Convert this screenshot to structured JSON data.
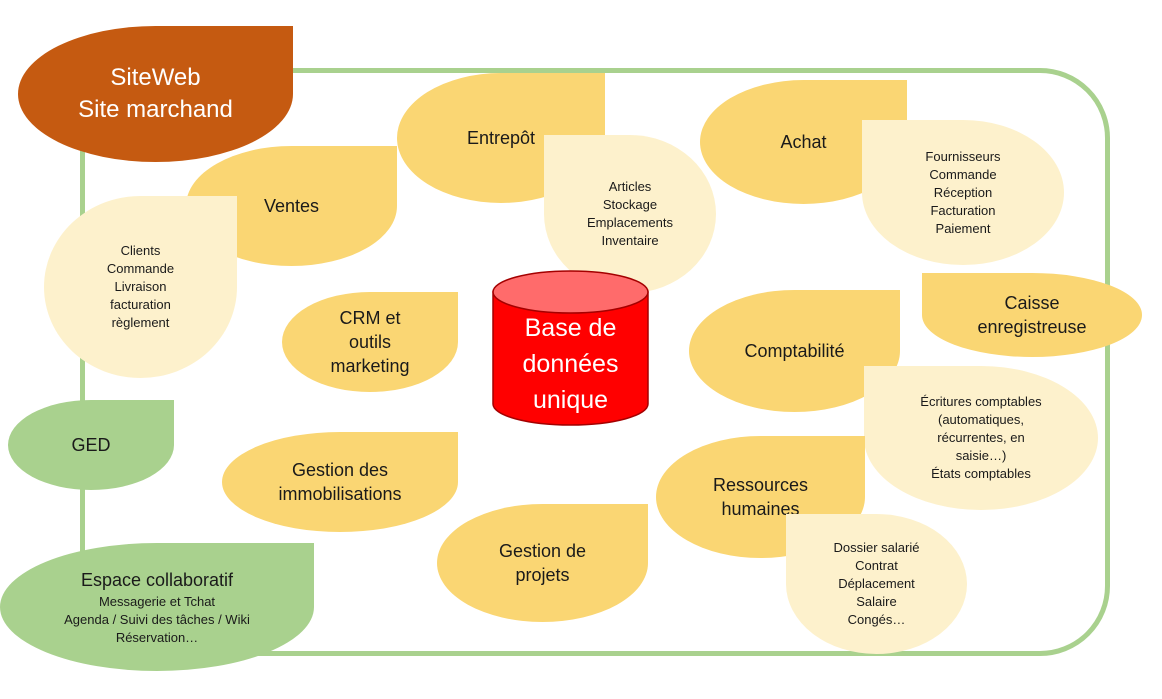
{
  "sitweb": {
    "line1": "SiteWeb",
    "line2": "Site marchand"
  },
  "entrepot": {
    "title": "Entrepôt",
    "items": [
      "Articles",
      "Stockage",
      "Emplacements",
      "Inventaire"
    ]
  },
  "achat": {
    "title": "Achat",
    "items": [
      "Fournisseurs",
      "Commande",
      "Réception",
      "Facturation",
      "Paiement"
    ]
  },
  "ventes": {
    "title": "Ventes",
    "items": [
      "Clients",
      "Commande",
      "Livraison",
      "facturation",
      "règlement"
    ]
  },
  "caisse": {
    "line1": "Caisse",
    "line2": "enregistreuse"
  },
  "crm": {
    "line1": "CRM et",
    "line2": "outils",
    "line3": "marketing"
  },
  "database": {
    "line1": "Base de",
    "line2": "données",
    "line3": "unique"
  },
  "comptabilite": {
    "title": "Comptabilité",
    "items": [
      "Écritures comptables",
      "(automatiques,",
      "récurrentes, en",
      "saisie…)",
      "États comptables"
    ]
  },
  "ged": {
    "title": "GED"
  },
  "immobilisations": {
    "line1": "Gestion des",
    "line2": "immobilisations"
  },
  "rh": {
    "line1": "Ressources",
    "line2": "humaines",
    "items": [
      "Dossier salarié",
      "Contrat",
      "Déplacement",
      "Salaire",
      "Congés…"
    ]
  },
  "projets": {
    "line1": "Gestion de",
    "line2": "projets"
  },
  "collab": {
    "title": "Espace collaboratif",
    "items": [
      "Messagerie et Tchat",
      "Agenda / Suivi des tâches / Wiki",
      "Réservation…"
    ]
  },
  "colors": {
    "frame": "#a9d18e",
    "module": "#fad673",
    "detail": "#fdf1cc",
    "site": "#c55a11",
    "db": "#ff0000"
  }
}
